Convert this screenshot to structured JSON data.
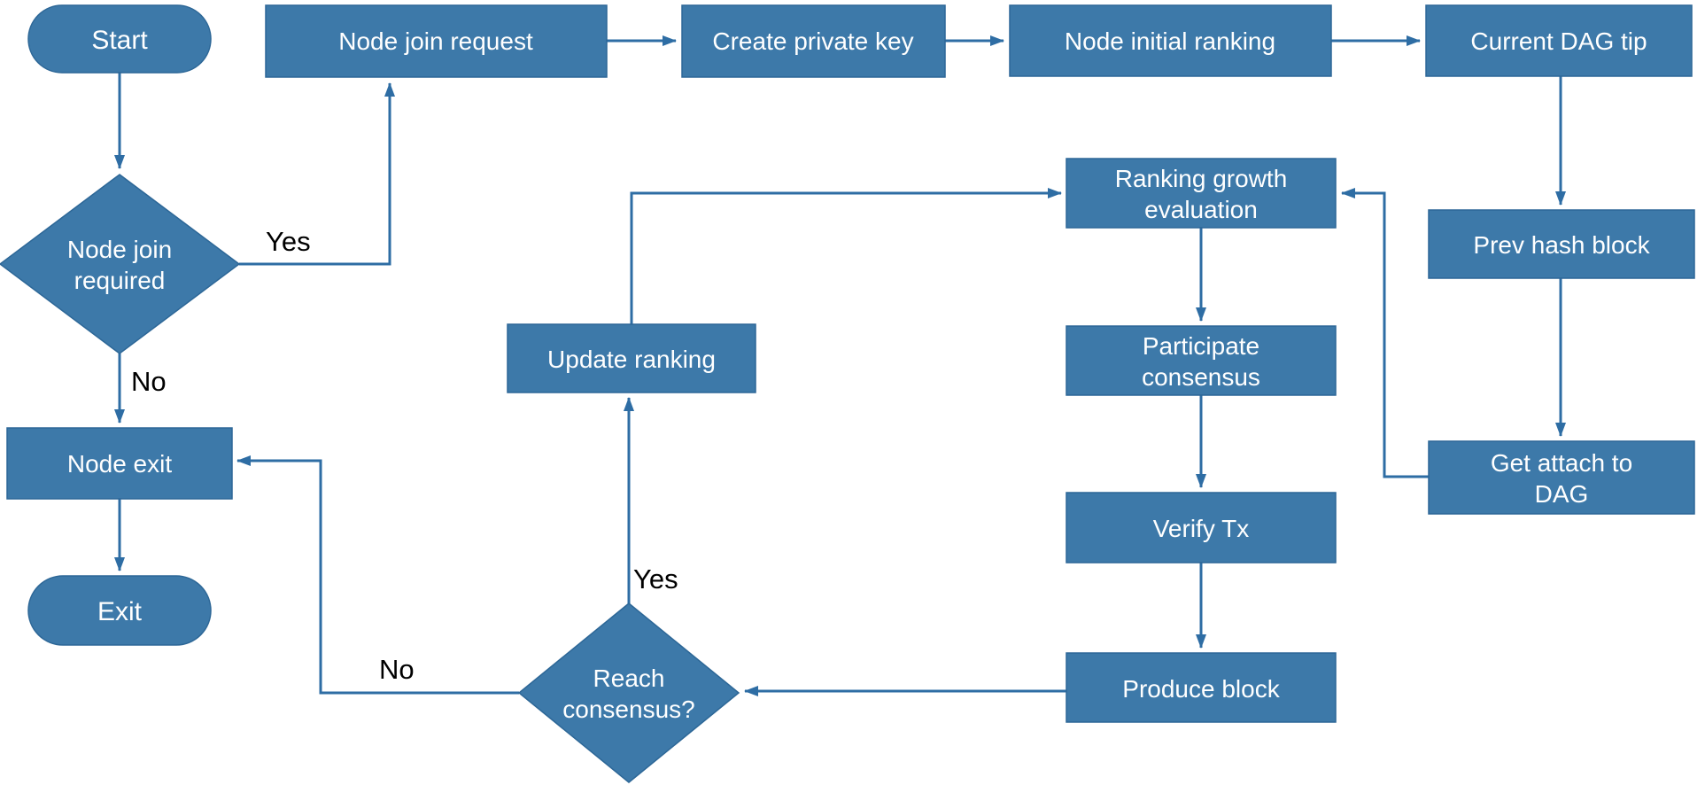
{
  "diagram": {
    "colors": {
      "node_fill": "#3d79a9",
      "node_border": "#2d6797",
      "line": "#2e6da4",
      "node_text": "#ffffff",
      "edge_label_color": "#000000",
      "background": "#ffffff"
    },
    "nodes": {
      "start": {
        "type": "terminator",
        "label": "Start"
      },
      "node_join_request": {
        "type": "process",
        "label": "Node join request"
      },
      "create_private_key": {
        "type": "process",
        "label": "Create private key"
      },
      "node_initial_ranking": {
        "type": "process",
        "label": "Node initial ranking"
      },
      "current_dag_tip": {
        "type": "process",
        "label": "Current DAG tip"
      },
      "node_join_required": {
        "type": "decision",
        "lines": [
          "Node join",
          "required"
        ]
      },
      "ranking_growth_evaluation": {
        "type": "process",
        "lines": [
          "Ranking growth",
          "evaluation"
        ]
      },
      "prev_hash_block": {
        "type": "process",
        "label": "Prev hash block"
      },
      "update_ranking": {
        "type": "process",
        "label": "Update ranking"
      },
      "participate_consensus": {
        "type": "process",
        "lines": [
          "Participate",
          "consensus"
        ]
      },
      "get_attach_to_dag": {
        "type": "process",
        "lines": [
          "Get attach to",
          "DAG"
        ]
      },
      "node_exit": {
        "type": "process",
        "label": "Node exit"
      },
      "verify_tx": {
        "type": "process",
        "label": "Verify Tx"
      },
      "exit": {
        "type": "terminator",
        "label": "Exit"
      },
      "reach_consensus": {
        "type": "decision",
        "lines": [
          "Reach",
          "consensus?"
        ]
      },
      "produce_block": {
        "type": "process",
        "label": "Produce block"
      }
    },
    "edges": [
      {
        "from": "Start",
        "to": "Node join required",
        "label": ""
      },
      {
        "from": "Node join required",
        "to": "Node join request",
        "label": "Yes"
      },
      {
        "from": "Node join required",
        "to": "Node exit",
        "label": "No"
      },
      {
        "from": "Node join request",
        "to": "Create private key",
        "label": ""
      },
      {
        "from": "Create private key",
        "to": "Node initial ranking",
        "label": ""
      },
      {
        "from": "Node initial ranking",
        "to": "Current DAG tip",
        "label": ""
      },
      {
        "from": "Current DAG tip",
        "to": "Prev hash block",
        "label": ""
      },
      {
        "from": "Prev hash block",
        "to": "Get attach to DAG",
        "label": ""
      },
      {
        "from": "Get attach to DAG",
        "to": "Ranking growth evaluation",
        "label": ""
      },
      {
        "from": "Update ranking",
        "to": "Ranking growth evaluation",
        "label": ""
      },
      {
        "from": "Ranking growth evaluation",
        "to": "Participate consensus",
        "label": ""
      },
      {
        "from": "Participate consensus",
        "to": "Verify Tx",
        "label": ""
      },
      {
        "from": "Verify Tx",
        "to": "Produce block",
        "label": ""
      },
      {
        "from": "Produce block",
        "to": "Reach consensus?",
        "label": ""
      },
      {
        "from": "Reach consensus?",
        "to": "Update ranking",
        "label": "Yes"
      },
      {
        "from": "Reach consensus?",
        "to": "Node exit",
        "label": "No"
      },
      {
        "from": "Node exit",
        "to": "Exit",
        "label": ""
      }
    ]
  }
}
